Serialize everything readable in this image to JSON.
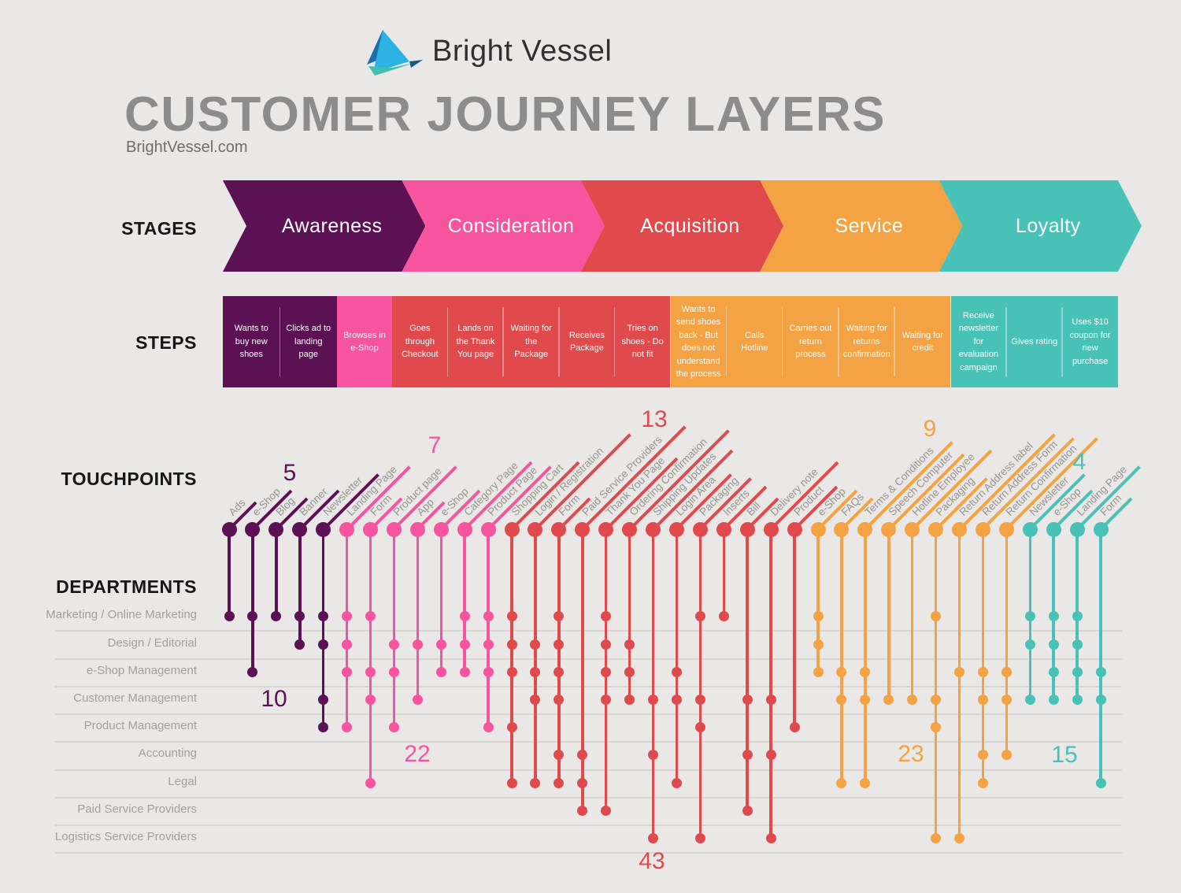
{
  "page": {
    "background": "#e9e8e6",
    "label_gray": "#96948f",
    "row_line_gray": "#d8d6d3"
  },
  "logo": {
    "text": "Bright Vessel"
  },
  "header": {
    "title": "CUSTOMER JOURNEY LAYERS",
    "subtitle": "BrightVessel.com"
  },
  "section_labels": {
    "stages": "STAGES",
    "steps": "STEPS",
    "touchpoints": "TOUCHPOINTS",
    "departments": "DEPARTMENTS"
  },
  "stages": [
    {
      "label": "Awareness",
      "color": "#5b1154",
      "touchpoint_count": "5",
      "department_dot_count": "10"
    },
    {
      "label": "Consideration",
      "color": "#f6549e",
      "touchpoint_count": "7",
      "department_dot_count": "22"
    },
    {
      "label": "Acquisition",
      "color": "#e04a4d",
      "touchpoint_count": "13",
      "department_dot_count": "43"
    },
    {
      "label": "Service",
      "color": "#f3a244",
      "touchpoint_count": "9",
      "department_dot_count": "23"
    },
    {
      "label": "Loyalty",
      "color": "#48c2b6",
      "touchpoint_count": "4",
      "department_dot_count": "15"
    }
  ],
  "steps": [
    {
      "stage": 0,
      "label": "Wants to buy new shoes"
    },
    {
      "stage": 0,
      "label": "Clicks ad to landing page"
    },
    {
      "stage": 1,
      "label": "Browses in e-Shop"
    },
    {
      "stage": 2,
      "label": "Goes through Checkout"
    },
    {
      "stage": 2,
      "label": "Lands on the Thank You page"
    },
    {
      "stage": 2,
      "label": "Waiting for the Package"
    },
    {
      "stage": 2,
      "label": "Receives Package"
    },
    {
      "stage": 2,
      "label": "Tries on shoes - Do not fit"
    },
    {
      "stage": 3,
      "label": "Wants to send shoes back - But does not understand the process"
    },
    {
      "stage": 3,
      "label": "Calls Hotline"
    },
    {
      "stage": 3,
      "label": "Carries out return process"
    },
    {
      "stage": 3,
      "label": "Waiting for returns confirmation"
    },
    {
      "stage": 3,
      "label": "Waiting for credit"
    },
    {
      "stage": 4,
      "label": "Receive newsletter for evaluation campaign"
    },
    {
      "stage": 4,
      "label": "Gives rating"
    },
    {
      "stage": 4,
      "label": "Uses $10 coupon for new purchase"
    }
  ],
  "departments": [
    "Marketing / Online Marketing",
    "Design / Editorial",
    "e-Shop Management",
    "Customer Management",
    "Product Management",
    "Accounting",
    "Legal",
    "Paid Service Providers",
    "Logistics Service Providers"
  ],
  "touchpoints": [
    {
      "stage": 0,
      "label": "Ads",
      "departments": [
        0
      ]
    },
    {
      "stage": 0,
      "label": "e-Shop",
      "departments": [
        0,
        2
      ]
    },
    {
      "stage": 0,
      "label": "Blog",
      "departments": [
        0
      ]
    },
    {
      "stage": 0,
      "label": "Banner",
      "departments": [
        0,
        1
      ]
    },
    {
      "stage": 0,
      "label": "Newsletter",
      "departments": [
        0,
        1,
        3,
        4
      ]
    },
    {
      "stage": 1,
      "label": "Landing Page",
      "departments": [
        0,
        1,
        2,
        4
      ]
    },
    {
      "stage": 1,
      "label": "Form",
      "departments": [
        0,
        2,
        3,
        6
      ]
    },
    {
      "stage": 1,
      "label": "Product page",
      "departments": [
        1,
        2,
        4
      ]
    },
    {
      "stage": 1,
      "label": "App",
      "departments": [
        1,
        3
      ]
    },
    {
      "stage": 1,
      "label": "e-Shop",
      "departments": [
        1,
        2
      ]
    },
    {
      "stage": 1,
      "label": "Category Page",
      "departments": [
        0,
        1,
        2
      ]
    },
    {
      "stage": 1,
      "label": "Product Page",
      "departments": [
        0,
        1,
        2,
        4
      ]
    },
    {
      "stage": 2,
      "label": "Shopping Cart",
      "departments": [
        0,
        1,
        2,
        4,
        6
      ]
    },
    {
      "stage": 2,
      "label": "Login / Registration",
      "departments": [
        1,
        2,
        3,
        6
      ]
    },
    {
      "stage": 2,
      "label": "Form",
      "departments": [
        0,
        1,
        2,
        3,
        5,
        6
      ]
    },
    {
      "stage": 2,
      "label": "Paid Service Providers",
      "departments": [
        5,
        6,
        7
      ]
    },
    {
      "stage": 2,
      "label": "Thank You Page",
      "departments": [
        0,
        1,
        2,
        3,
        7
      ]
    },
    {
      "stage": 2,
      "label": "Ordering Confirmation",
      "departments": [
        1,
        2,
        3
      ]
    },
    {
      "stage": 2,
      "label": "Shipping Updates",
      "departments": [
        3,
        5,
        8
      ]
    },
    {
      "stage": 2,
      "label": "Login Area",
      "departments": [
        2,
        3,
        6
      ]
    },
    {
      "stage": 2,
      "label": "Packaging",
      "departments": [
        0,
        3,
        4,
        8
      ]
    },
    {
      "stage": 2,
      "label": "Inserts",
      "departments": [
        0
      ]
    },
    {
      "stage": 2,
      "label": "Bill",
      "departments": [
        3,
        5,
        7
      ]
    },
    {
      "stage": 2,
      "label": "Delivery note",
      "departments": [
        3,
        5,
        8
      ]
    },
    {
      "stage": 2,
      "label": "Product",
      "departments": [
        4
      ]
    },
    {
      "stage": 3,
      "label": "e-Shop",
      "departments": [
        0,
        1,
        2
      ]
    },
    {
      "stage": 3,
      "label": "FAQs",
      "departments": [
        2,
        3,
        6
      ]
    },
    {
      "stage": 3,
      "label": "Terms & Conditions",
      "departments": [
        2,
        3,
        6
      ]
    },
    {
      "stage": 3,
      "label": "Speech Computer",
      "departments": [
        3
      ]
    },
    {
      "stage": 3,
      "label": "Hotline Employee",
      "departments": [
        3
      ]
    },
    {
      "stage": 3,
      "label": "Packaging",
      "departments": [
        0,
        3,
        4,
        8
      ]
    },
    {
      "stage": 3,
      "label": "Return Address label",
      "departments": [
        2,
        8
      ]
    },
    {
      "stage": 3,
      "label": "Return Address Form",
      "departments": [
        2,
        3,
        5,
        6
      ]
    },
    {
      "stage": 3,
      "label": "Return Confirmation",
      "departments": [
        2,
        3,
        5
      ]
    },
    {
      "stage": 4,
      "label": "Newsletter",
      "departments": [
        0,
        1,
        3
      ]
    },
    {
      "stage": 4,
      "label": "e-Shop",
      "departments": [
        0,
        1,
        2,
        3
      ]
    },
    {
      "stage": 4,
      "label": "Landing Page",
      "departments": [
        0,
        1,
        2,
        3
      ]
    },
    {
      "stage": 4,
      "label": "Form",
      "departments": [
        2,
        3,
        6
      ]
    }
  ]
}
